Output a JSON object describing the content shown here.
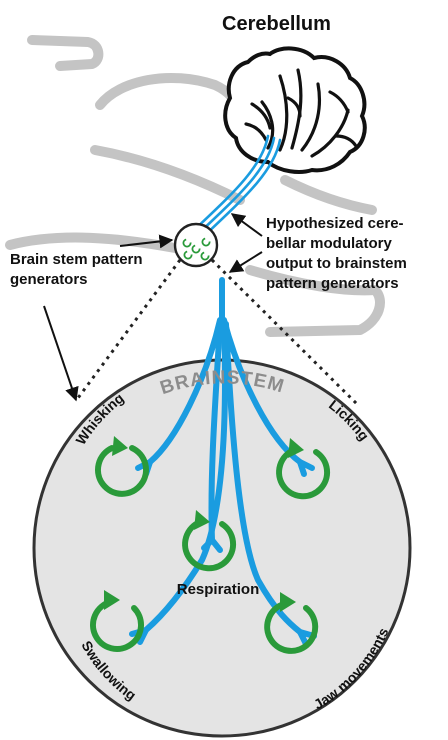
{
  "title": "Cerebellum",
  "hypothesis_lines": [
    "Hypothesized cere-",
    "bellar modulatory",
    "output to brainstem",
    "pattern generators"
  ],
  "generators_lines": [
    "Brain stem pattern",
    "generators"
  ],
  "region_label": "BRAINSTEM",
  "pattern_generators": {
    "whisking": "Whisking",
    "licking": "Licking",
    "respiration": "Respiration",
    "swallowing": "Swallowing",
    "jaw": "Jaw movements"
  },
  "colors": {
    "axon": "#1a9ce0",
    "generator_loop": "#2a9a3a",
    "brain_outline": "#c4c4c4",
    "circle_fill": "#e4e4e4",
    "text": "#111111"
  }
}
